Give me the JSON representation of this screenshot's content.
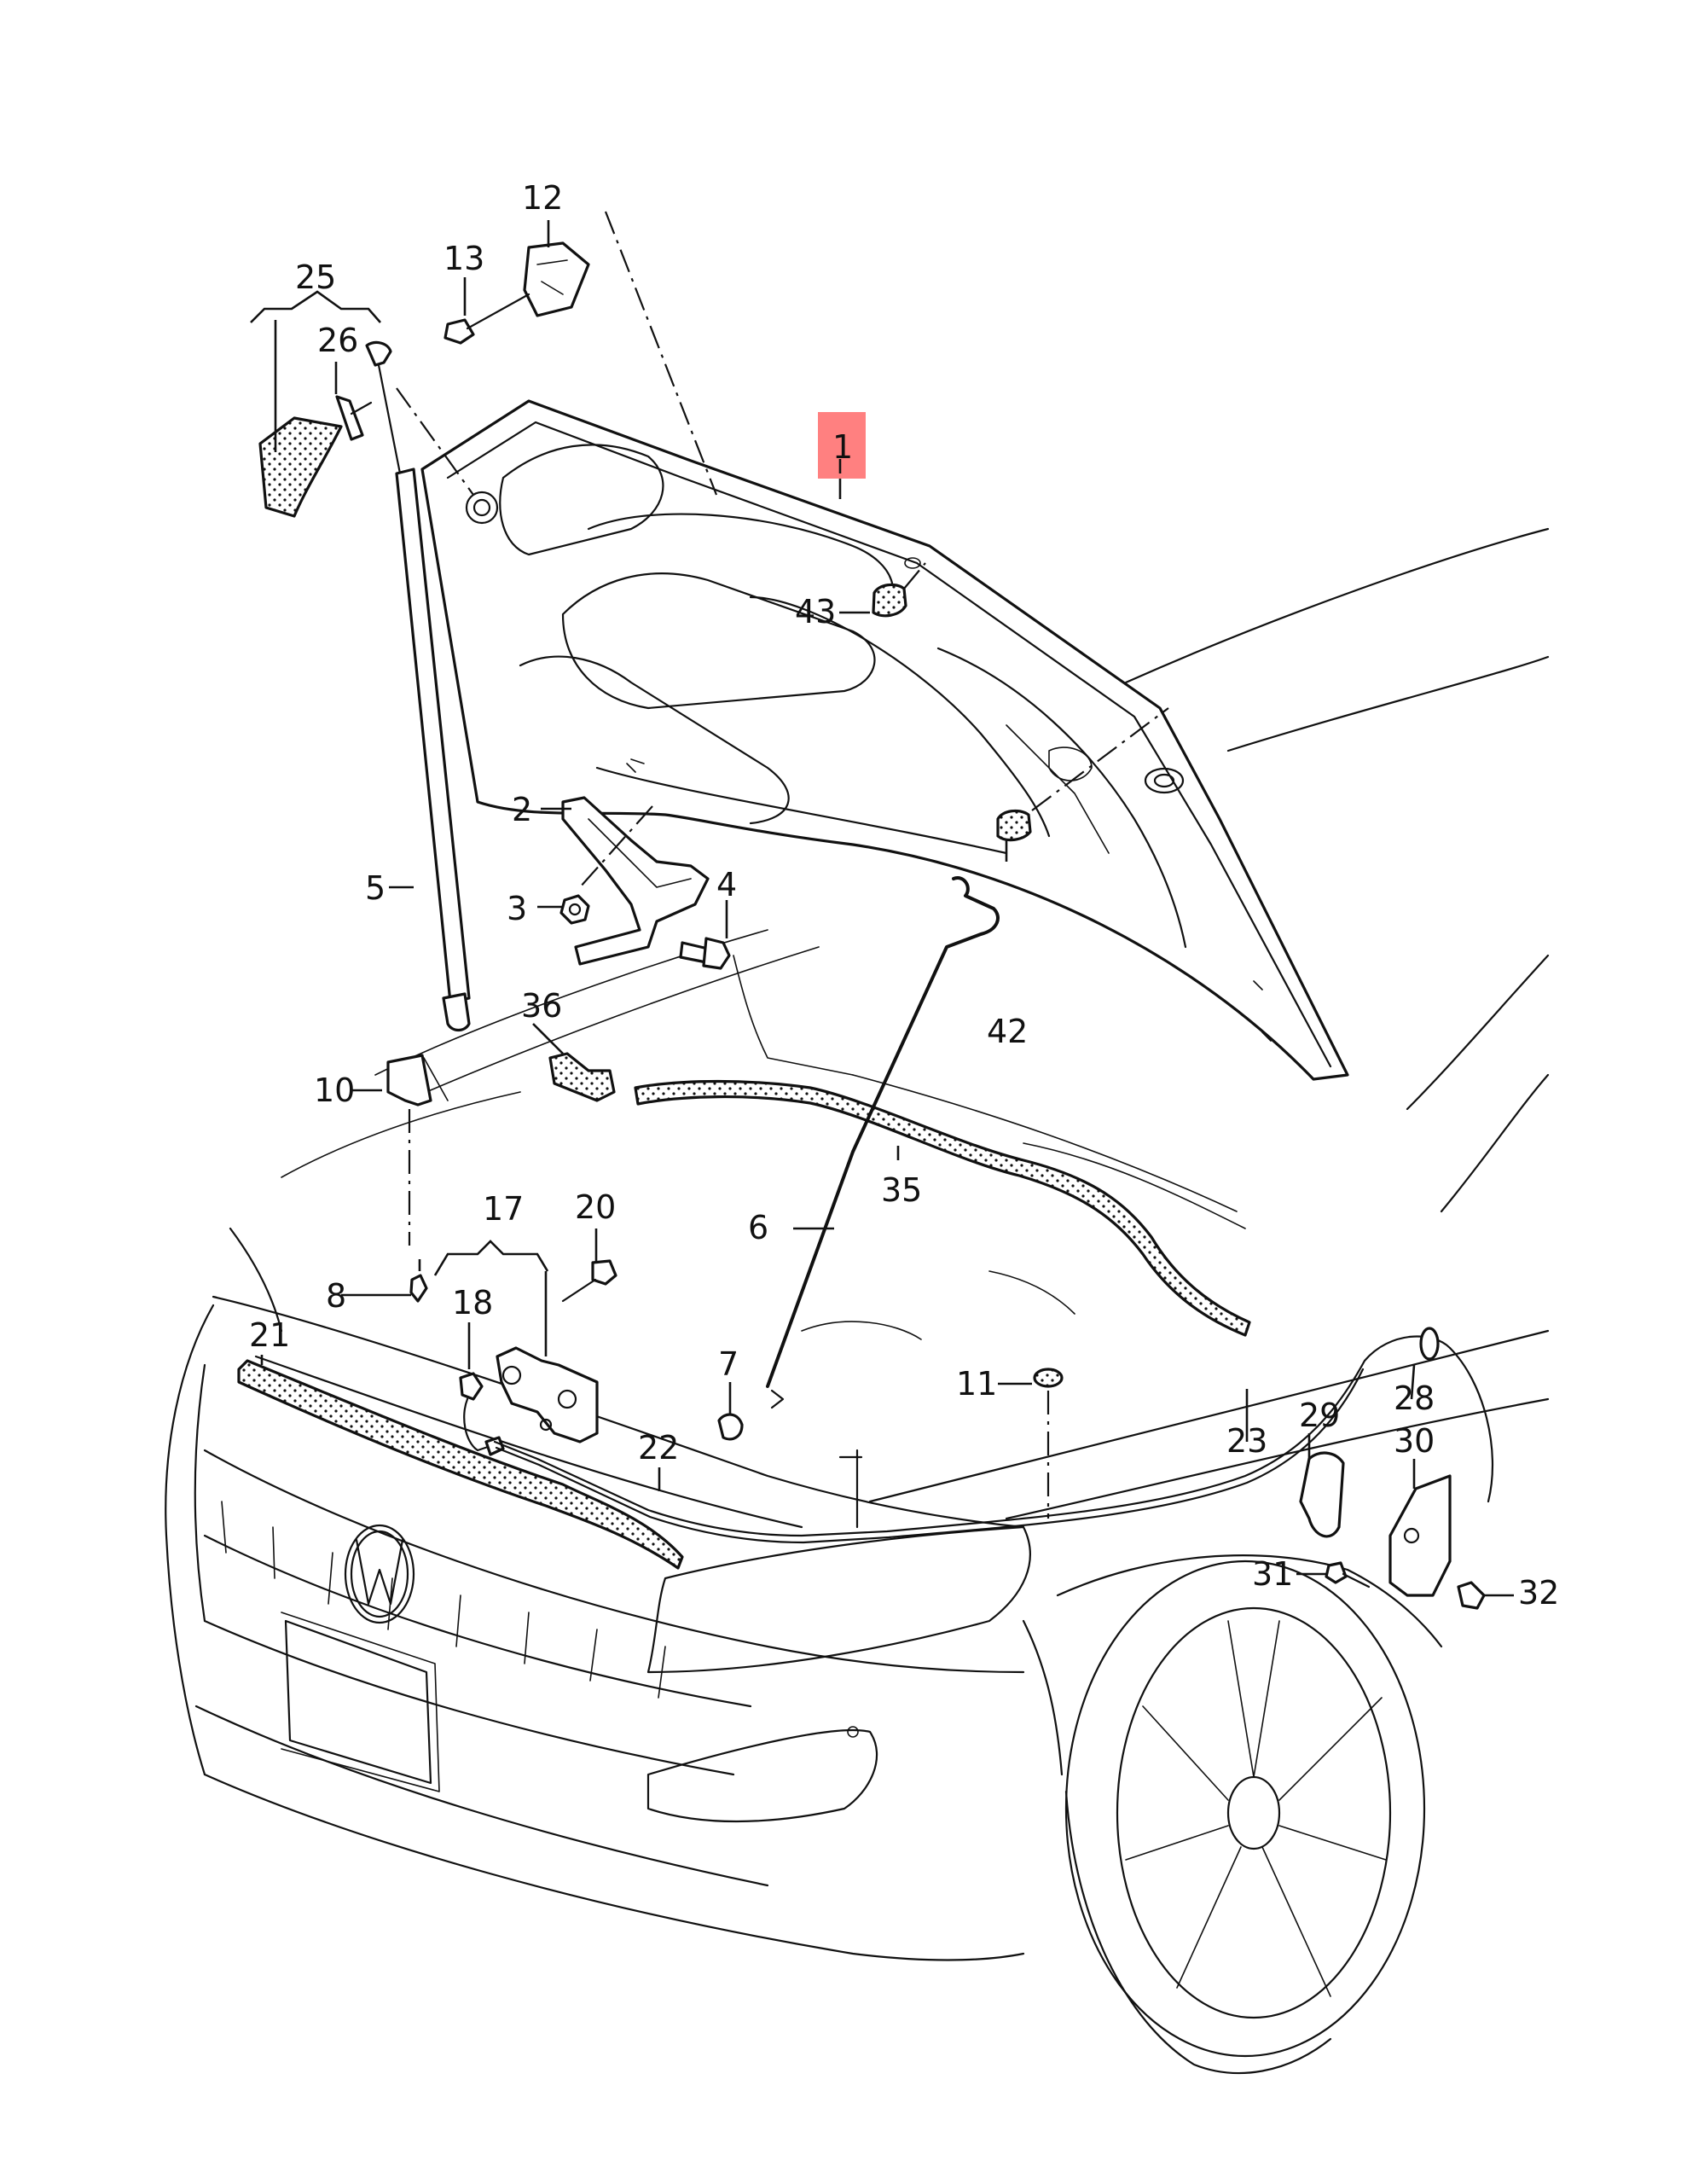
{
  "diagram": {
    "title": "Hood / bonnet assembly exploded parts view",
    "highlight_color": "#ff8080",
    "line_color": "#111111",
    "highlighted_part": "1",
    "callouts": [
      {
        "id": "c1",
        "label": "1",
        "part": "hood"
      },
      {
        "id": "c2",
        "label": "2",
        "part": "hood-hinge"
      },
      {
        "id": "c3",
        "label": "3",
        "part": "hinge-nut"
      },
      {
        "id": "c4",
        "label": "4",
        "part": "hinge-bolt"
      },
      {
        "id": "c5",
        "label": "5",
        "part": "gas-strut"
      },
      {
        "id": "c6",
        "label": "6",
        "part": "hood-prop-rod"
      },
      {
        "id": "c7",
        "label": "7",
        "part": "prop-rod-grommet"
      },
      {
        "id": "c8",
        "label": "8",
        "part": "clip"
      },
      {
        "id": "c10",
        "label": "10",
        "part": "prop-rod-holder"
      },
      {
        "id": "c11",
        "label": "11",
        "part": "buffer-pad"
      },
      {
        "id": "c12",
        "label": "12",
        "part": "hood-bracket"
      },
      {
        "id": "c13",
        "label": "13",
        "part": "bracket-bolt"
      },
      {
        "id": "c17",
        "label": "17",
        "part": "hood-latch-assembly"
      },
      {
        "id": "c18",
        "label": "18",
        "part": "latch-switch-harness"
      },
      {
        "id": "c20",
        "label": "20",
        "part": "latch-bolt"
      },
      {
        "id": "c21",
        "label": "21",
        "part": "front-seal-strip"
      },
      {
        "id": "c22",
        "label": "22",
        "part": "release-cable-front"
      },
      {
        "id": "c23",
        "label": "23",
        "part": "release-cable-rear"
      },
      {
        "id": "c25",
        "label": "25",
        "part": "insulation-assembly"
      },
      {
        "id": "c26",
        "label": "26",
        "part": "insulation-clip"
      },
      {
        "id": "c28",
        "label": "28",
        "part": "cable-grommet"
      },
      {
        "id": "c29",
        "label": "29",
        "part": "release-handle"
      },
      {
        "id": "c30",
        "label": "30",
        "part": "handle-bracket"
      },
      {
        "id": "c31",
        "label": "31",
        "part": "bracket-screw"
      },
      {
        "id": "c32",
        "label": "32",
        "part": "bracket-nut"
      },
      {
        "id": "c35",
        "label": "35",
        "part": "rear-seal-strip"
      },
      {
        "id": "c36",
        "label": "36",
        "part": "seal-holder"
      },
      {
        "id": "c42",
        "label": "42",
        "part": "rubber-buffer-right"
      },
      {
        "id": "c43",
        "label": "43",
        "part": "rubber-buffer-left"
      }
    ]
  }
}
